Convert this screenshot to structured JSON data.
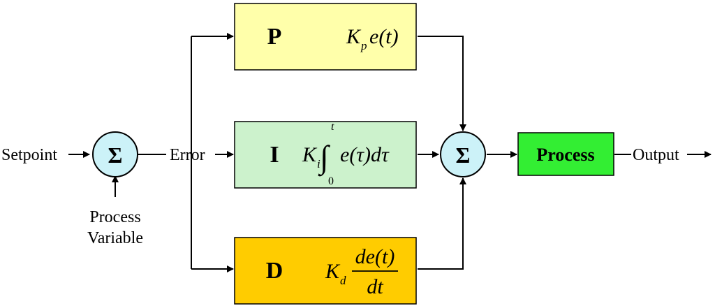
{
  "labels": {
    "setpoint": "Setpoint",
    "error": "Error",
    "process_variable_line1": "Process",
    "process_variable_line2": "Variable",
    "output": "Output"
  },
  "summing_symbol": "Σ",
  "blocks": {
    "p": {
      "letter": "P",
      "gain": "K",
      "gain_sub": "p",
      "term": "e(t)",
      "color": "#ffffaa"
    },
    "i": {
      "letter": "I",
      "gain": "K",
      "gain_sub": "i",
      "integral_sign": "∫",
      "upper_limit": "t",
      "lower_limit": "0",
      "term": "e(τ)dτ",
      "color": "#ccf2cc"
    },
    "d": {
      "letter": "D",
      "gain": "K",
      "gain_sub": "d",
      "numerator": "de(t)",
      "denominator": "dt",
      "color": "#ffcc00"
    }
  },
  "process": {
    "label": "Process",
    "color": "#33ee33"
  },
  "colors": {
    "summing_junction": "#ccf2f8",
    "line": "#000000"
  }
}
